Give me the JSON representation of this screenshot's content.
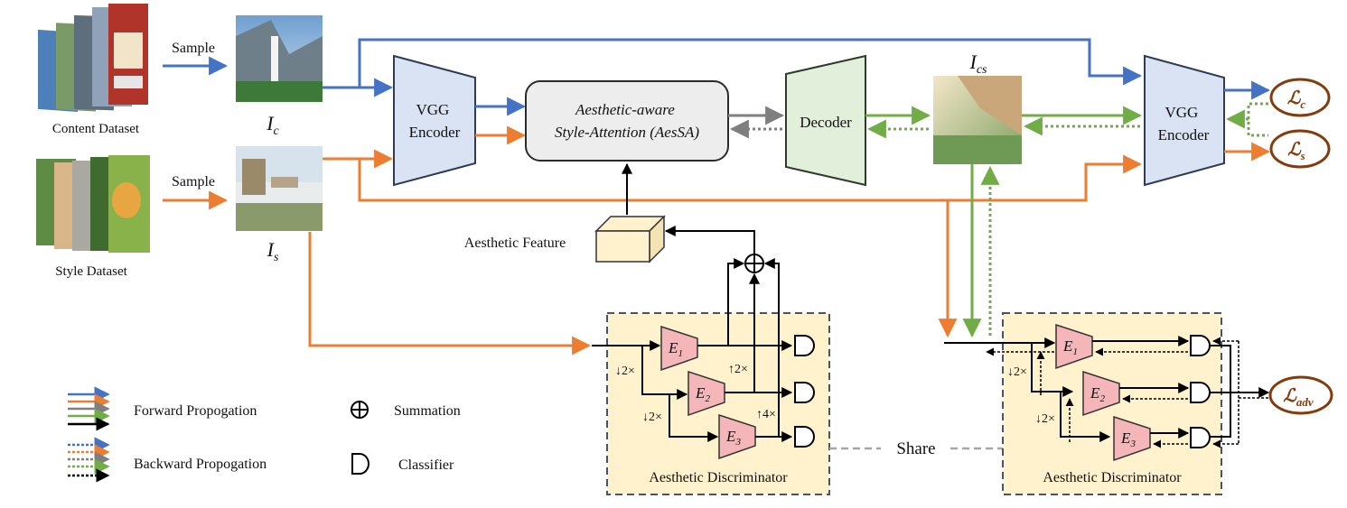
{
  "left": {
    "content_dataset": "Content Dataset",
    "style_dataset": "Style Dataset",
    "sample_content": "Sample",
    "sample_style": "Sample"
  },
  "images": {
    "content_symbol": "I",
    "content_subscript": "c",
    "style_symbol": "I",
    "style_subscript": "s",
    "output_symbol": "I",
    "output_subscript": "cs"
  },
  "modules": {
    "vgg_line1": "VGG",
    "vgg_line2": "Encoder",
    "aessa_line1": "Aesthetic-aware",
    "aessa_line2": "Style-Attention (AesSA)",
    "decoder": "Decoder"
  },
  "losses": {
    "content_symbol": "ℒ",
    "content_subscript": "c",
    "style_symbol": "ℒ",
    "style_subscript": "s",
    "adv_symbol": "ℒ",
    "adv_subscript": "adv"
  },
  "discriminator": {
    "feature_label": "Aesthetic Feature",
    "label": "Aesthetic Discriminator",
    "share": "Share",
    "down_label": "↓2×",
    "up2_label": "↑2×",
    "up4_label": "↑4×",
    "e_symbol": "E",
    "e1_sub": "1",
    "e2_sub": "2",
    "e3_sub": "3"
  },
  "legend": {
    "forward": "Forward Propogation",
    "backward": "Backward Propogation",
    "summation": "Summation",
    "classifier": "Classifier"
  },
  "colors": {
    "forward_content": "#4472C4",
    "style": "#ED7D31",
    "decoder_path": "#7F7F7F",
    "output_path": "#70AD47",
    "loss": "#843C0C",
    "encoder_fill": "#DAE3F3",
    "decoder_fill": "#E2EFDA",
    "discriminator_fill": "#FFF2CC",
    "block_fill": "#F4B6B9"
  }
}
